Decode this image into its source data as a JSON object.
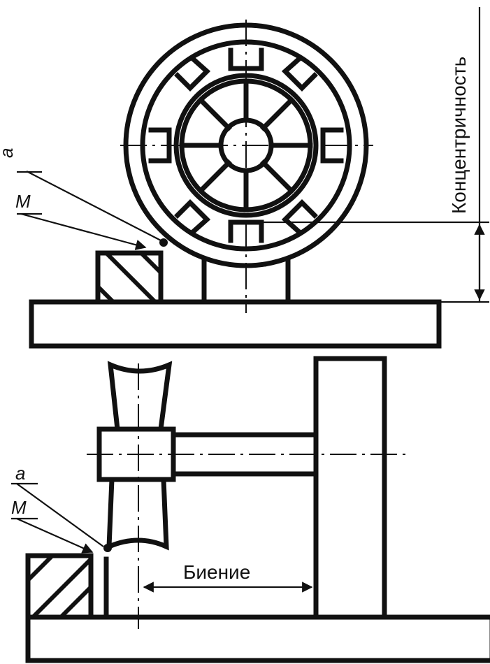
{
  "labels": {
    "concentricity": "Концентричность",
    "runout": "Биение",
    "m_top": "М",
    "a_top": "а",
    "m_bottom": "М",
    "a_bottom": "а"
  },
  "colors": {
    "line": "#111111",
    "background": "#ffffff"
  }
}
